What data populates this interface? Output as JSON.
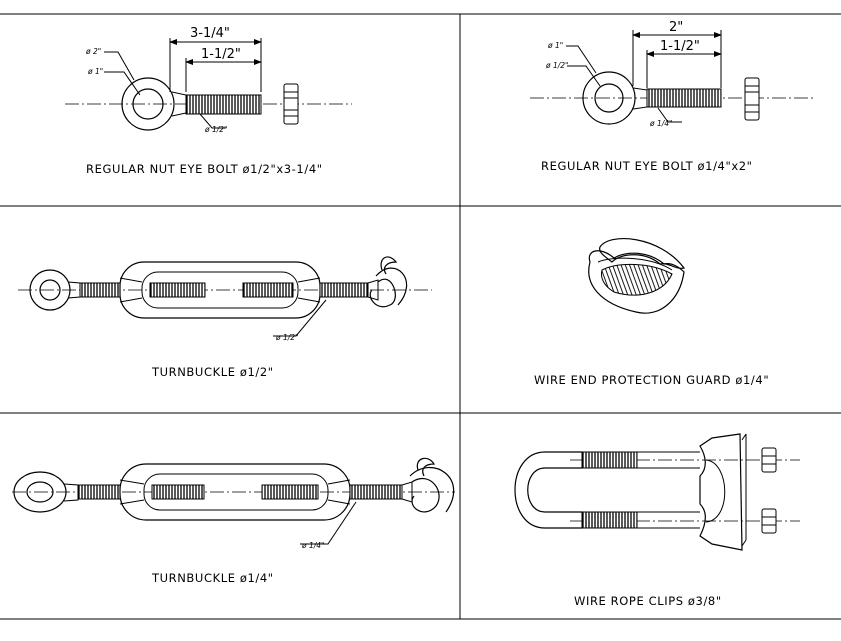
{
  "panels": {
    "p1": {
      "caption": "REGULAR NUT EYE BOLT ø1/2\"x3-1/4\"",
      "dim_overall": "3-1/4\"",
      "dim_thread": "1-1/2\"",
      "lbl_outer": "ø 2\"",
      "lbl_inner": "ø 1\"",
      "lbl_thread": "ø 1/2\""
    },
    "p2": {
      "caption": "REGULAR NUT EYE BOLT ø1/4\"x2\"",
      "dim_overall": "2\"",
      "dim_thread": "1-1/2\"",
      "lbl_outer": "ø 1\"",
      "lbl_inner": "ø 1/2\"",
      "lbl_thread": "ø 1/4\""
    },
    "p3": {
      "caption": "TURNBUCKLE ø1/2\"",
      "lbl_thread": "ø 1/2\""
    },
    "p4": {
      "caption": "WIRE END PROTECTION GUARD ø1/4\""
    },
    "p5": {
      "caption": "TURNBUCKLE ø1/4\"",
      "lbl_thread": "ø 1/4\""
    },
    "p6": {
      "caption": "WIRE ROPE CLIPS ø3/8\""
    }
  }
}
